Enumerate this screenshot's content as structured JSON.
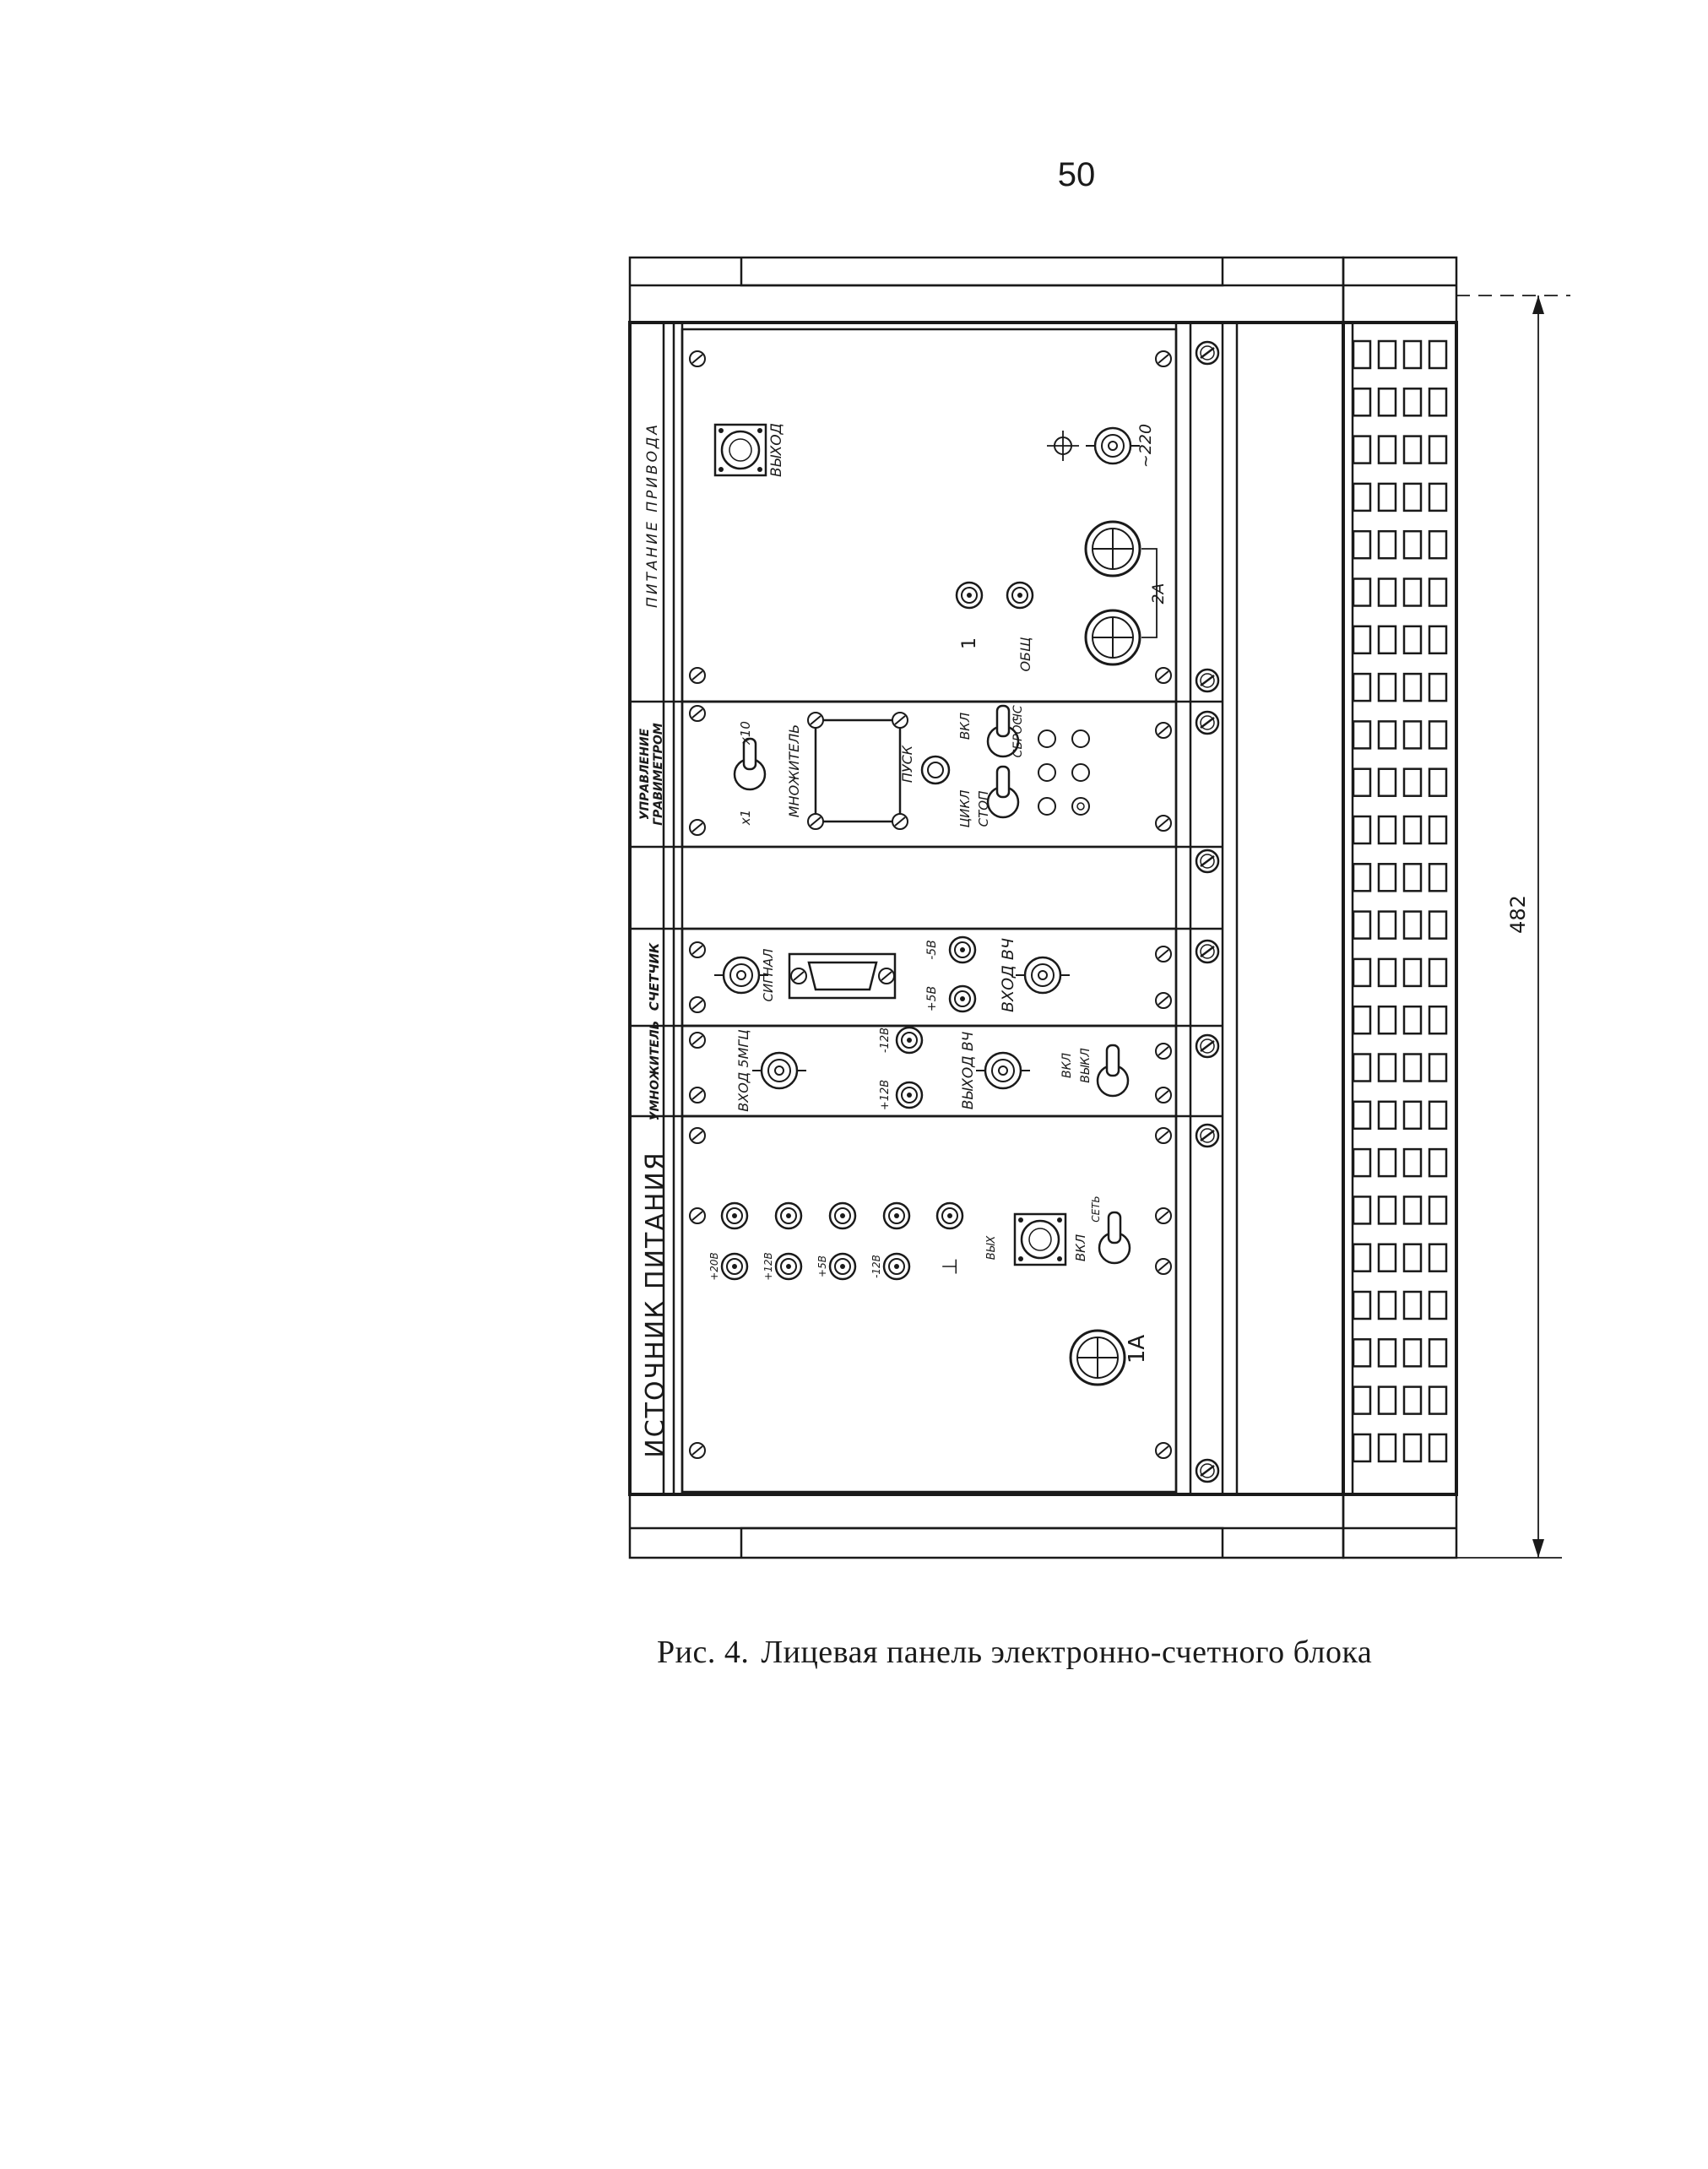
{
  "page_number": "50",
  "caption": {
    "figure_label": "Рис. 4.",
    "text": "Лицевая панель электронно-счетного блока"
  },
  "dimension": "482",
  "panels": {
    "drive_power": {
      "title": "ПИТАНИЕ ПРИВОДА",
      "output_label": "ВЫХОД",
      "mains_label": "~220",
      "fuse_label": "2А",
      "terminal_1": "1",
      "terminal_common": "ОБЩ"
    },
    "gravimeter_control": {
      "title_line1": "УПРАВЛЕНИЕ",
      "title_line2": "ГРАВИМЕТРОМ",
      "switch_low": "x1",
      "switch_high": "x10",
      "multiplier_label": "МНОЖИТЕЛЬ",
      "start_label": "ПУСК",
      "on_label": "ВКЛ",
      "cycle_label": "ЦИКЛ",
      "stop_label": "СТОП",
      "reset_label": "СБРОС",
      "freq_label": "ЧС"
    },
    "counter": {
      "title": "СЧЕТЧИК",
      "signal_label": "СИГНАЛ",
      "minus5_label": "-5В",
      "plus5_label": "+5В",
      "input_hf_label": "ВХОД ВЧ"
    },
    "multiplier": {
      "title": "УМНОЖИТЕЛЬ",
      "input_label": "ВХОД 5МГЦ",
      "minus12_label": "-12В",
      "plus12_label": "+12В",
      "output_hf_label": "ВЫХОД ВЧ",
      "on_label": "ВКЛ",
      "off_label": "ВЫКЛ"
    },
    "power_supply": {
      "title": "ИСТОЧНИК ПИТАНИЯ",
      "rail_1": "+20В",
      "rail_2": "+12В",
      "rail_3": "+5В",
      "rail_4": "-12В",
      "ground_label": "⊥",
      "output_connector_label": "ВЫХ",
      "on_label": "ВКЛ",
      "net_label": "СЕТЬ",
      "fuse_label": "1А"
    }
  }
}
